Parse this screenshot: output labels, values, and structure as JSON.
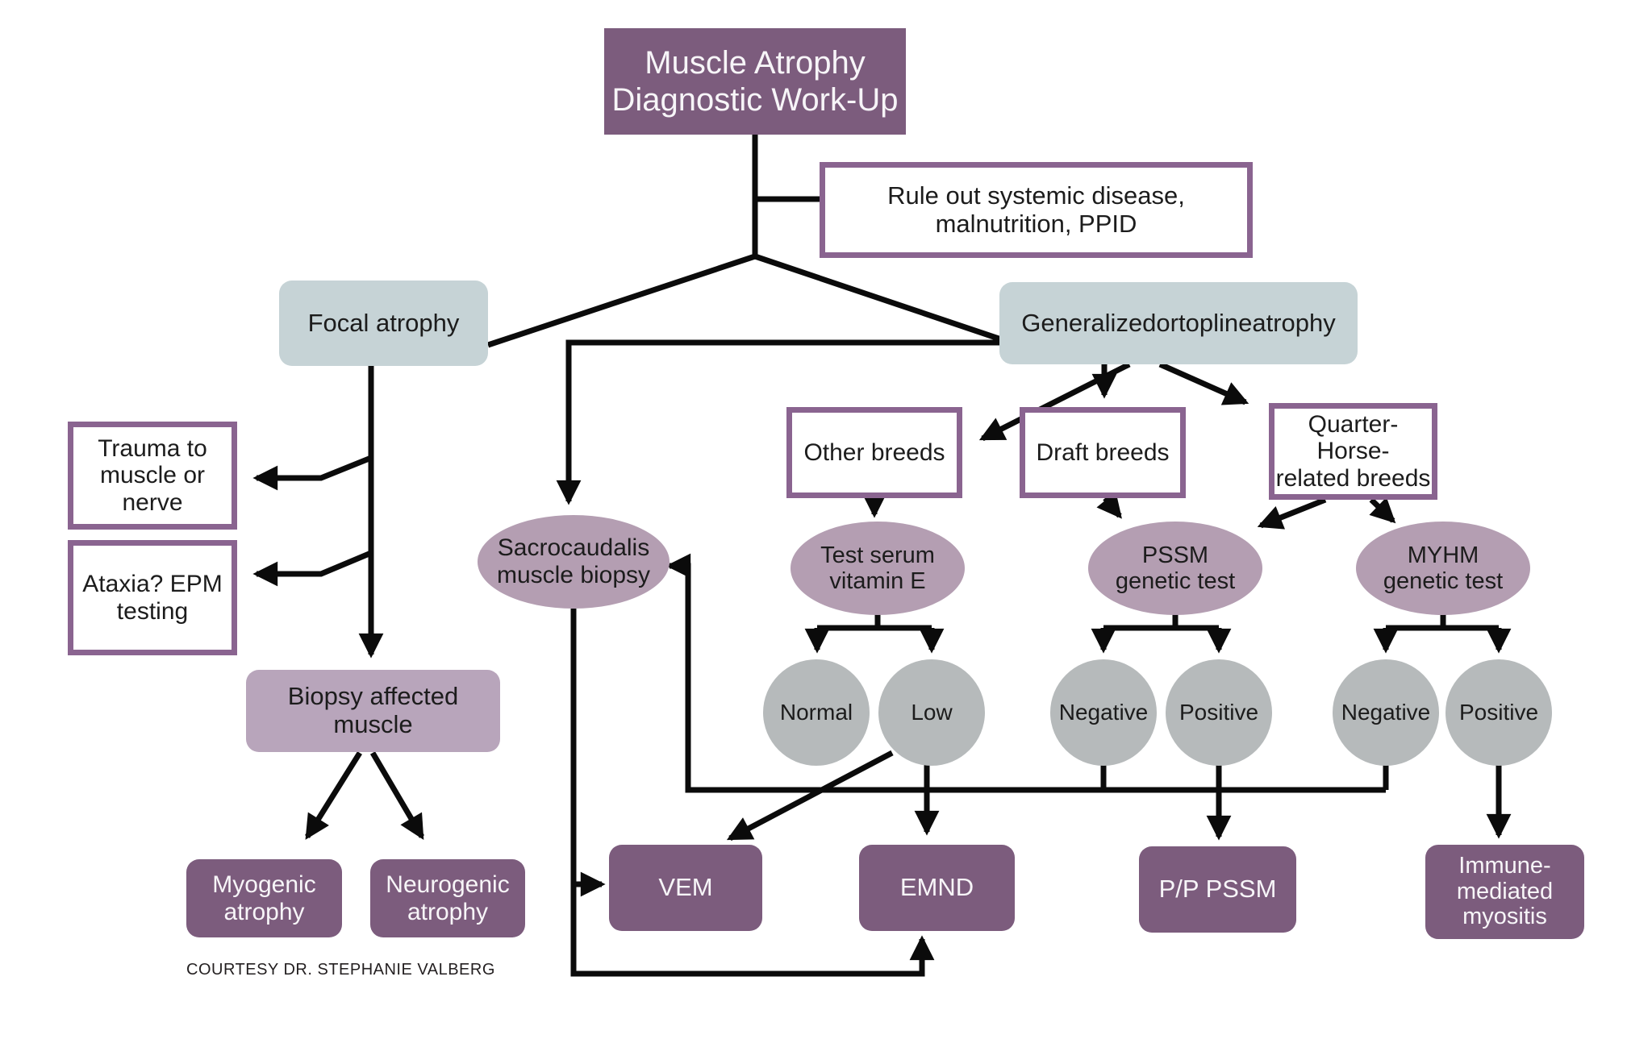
{
  "title": "Muscle Atrophy\nDiagnostic Work-Up",
  "nodes": {
    "ruleout": "Rule out systemic disease,\nmalnutrition, PPID",
    "focal": "Focal atrophy",
    "generalized": "Generalizedortoplineatrophy",
    "trauma": "Trauma to\nmuscle or\nnerve",
    "ataxia": "Ataxia? EPM\ntesting",
    "biopsy": "Biopsy affected\nmuscle",
    "myogenic": "Myogenic\natrophy",
    "neurogenic": "Neurogenic\natrophy",
    "sacrocaudalis": "Sacrocaudalis\nmuscle biopsy",
    "other_breeds": "Other breeds",
    "draft_breeds": "Draft breeds",
    "qh_breeds": "Quarter-Horse-\nrelated breeds",
    "vitamin_e": "Test serum\nvitamin E",
    "pssm_test": "PSSM\ngenetic test",
    "myhm_test": "MYHM\ngenetic test",
    "normal": "Normal",
    "low": "Low",
    "negative_pssm": "Negative",
    "positive_pssm": "Positive",
    "negative_myhm": "Negative",
    "positive_myhm": "Positive",
    "vem": "VEM",
    "emnd": "EMND",
    "pp_pssm": "P/P PSSM",
    "immune_myositis": "Immune-\nmediated\nmyositis"
  },
  "credit": "COURTESY DR. STEPHANIE VALBERG",
  "edges": [
    "title -> ruleout",
    "title -> focal",
    "title -> generalized",
    "focal -> trauma",
    "focal -> ataxia",
    "focal -> biopsy",
    "biopsy -> myogenic",
    "biopsy -> neurogenic",
    "generalized -> sacrocaudalis",
    "generalized -> other_breeds",
    "generalized -> draft_breeds",
    "generalized -> qh_breeds",
    "other_breeds -> vitamin_e",
    "draft_breeds -> pssm_test",
    "qh_breeds -> pssm_test",
    "qh_breeds -> myhm_test",
    "vitamin_e -> normal",
    "vitamin_e -> low",
    "pssm_test -> negative_pssm",
    "pssm_test -> positive_pssm",
    "myhm_test -> negative_myhm",
    "myhm_test -> positive_myhm",
    "low -> vem",
    "low -> emnd",
    "negative_pssm -> sacrocaudalis",
    "negative_myhm -> sacrocaudalis",
    "positive_pssm -> pp_pssm",
    "positive_myhm -> immune_myositis",
    "sacrocaudalis -> vem",
    "sacrocaudalis -> emnd"
  ],
  "colors": {
    "background": "#ffffff",
    "node_dark_purple": "#7c5c7d",
    "node_blue_gray": "#c6d3d6",
    "node_light_purple": "#b8a5bb",
    "ellipse_mauve": "#b49eb2",
    "circle_gray": "#b6babb",
    "outline_purple": "#8a6490",
    "connector_black": "#0b0b0b"
  }
}
